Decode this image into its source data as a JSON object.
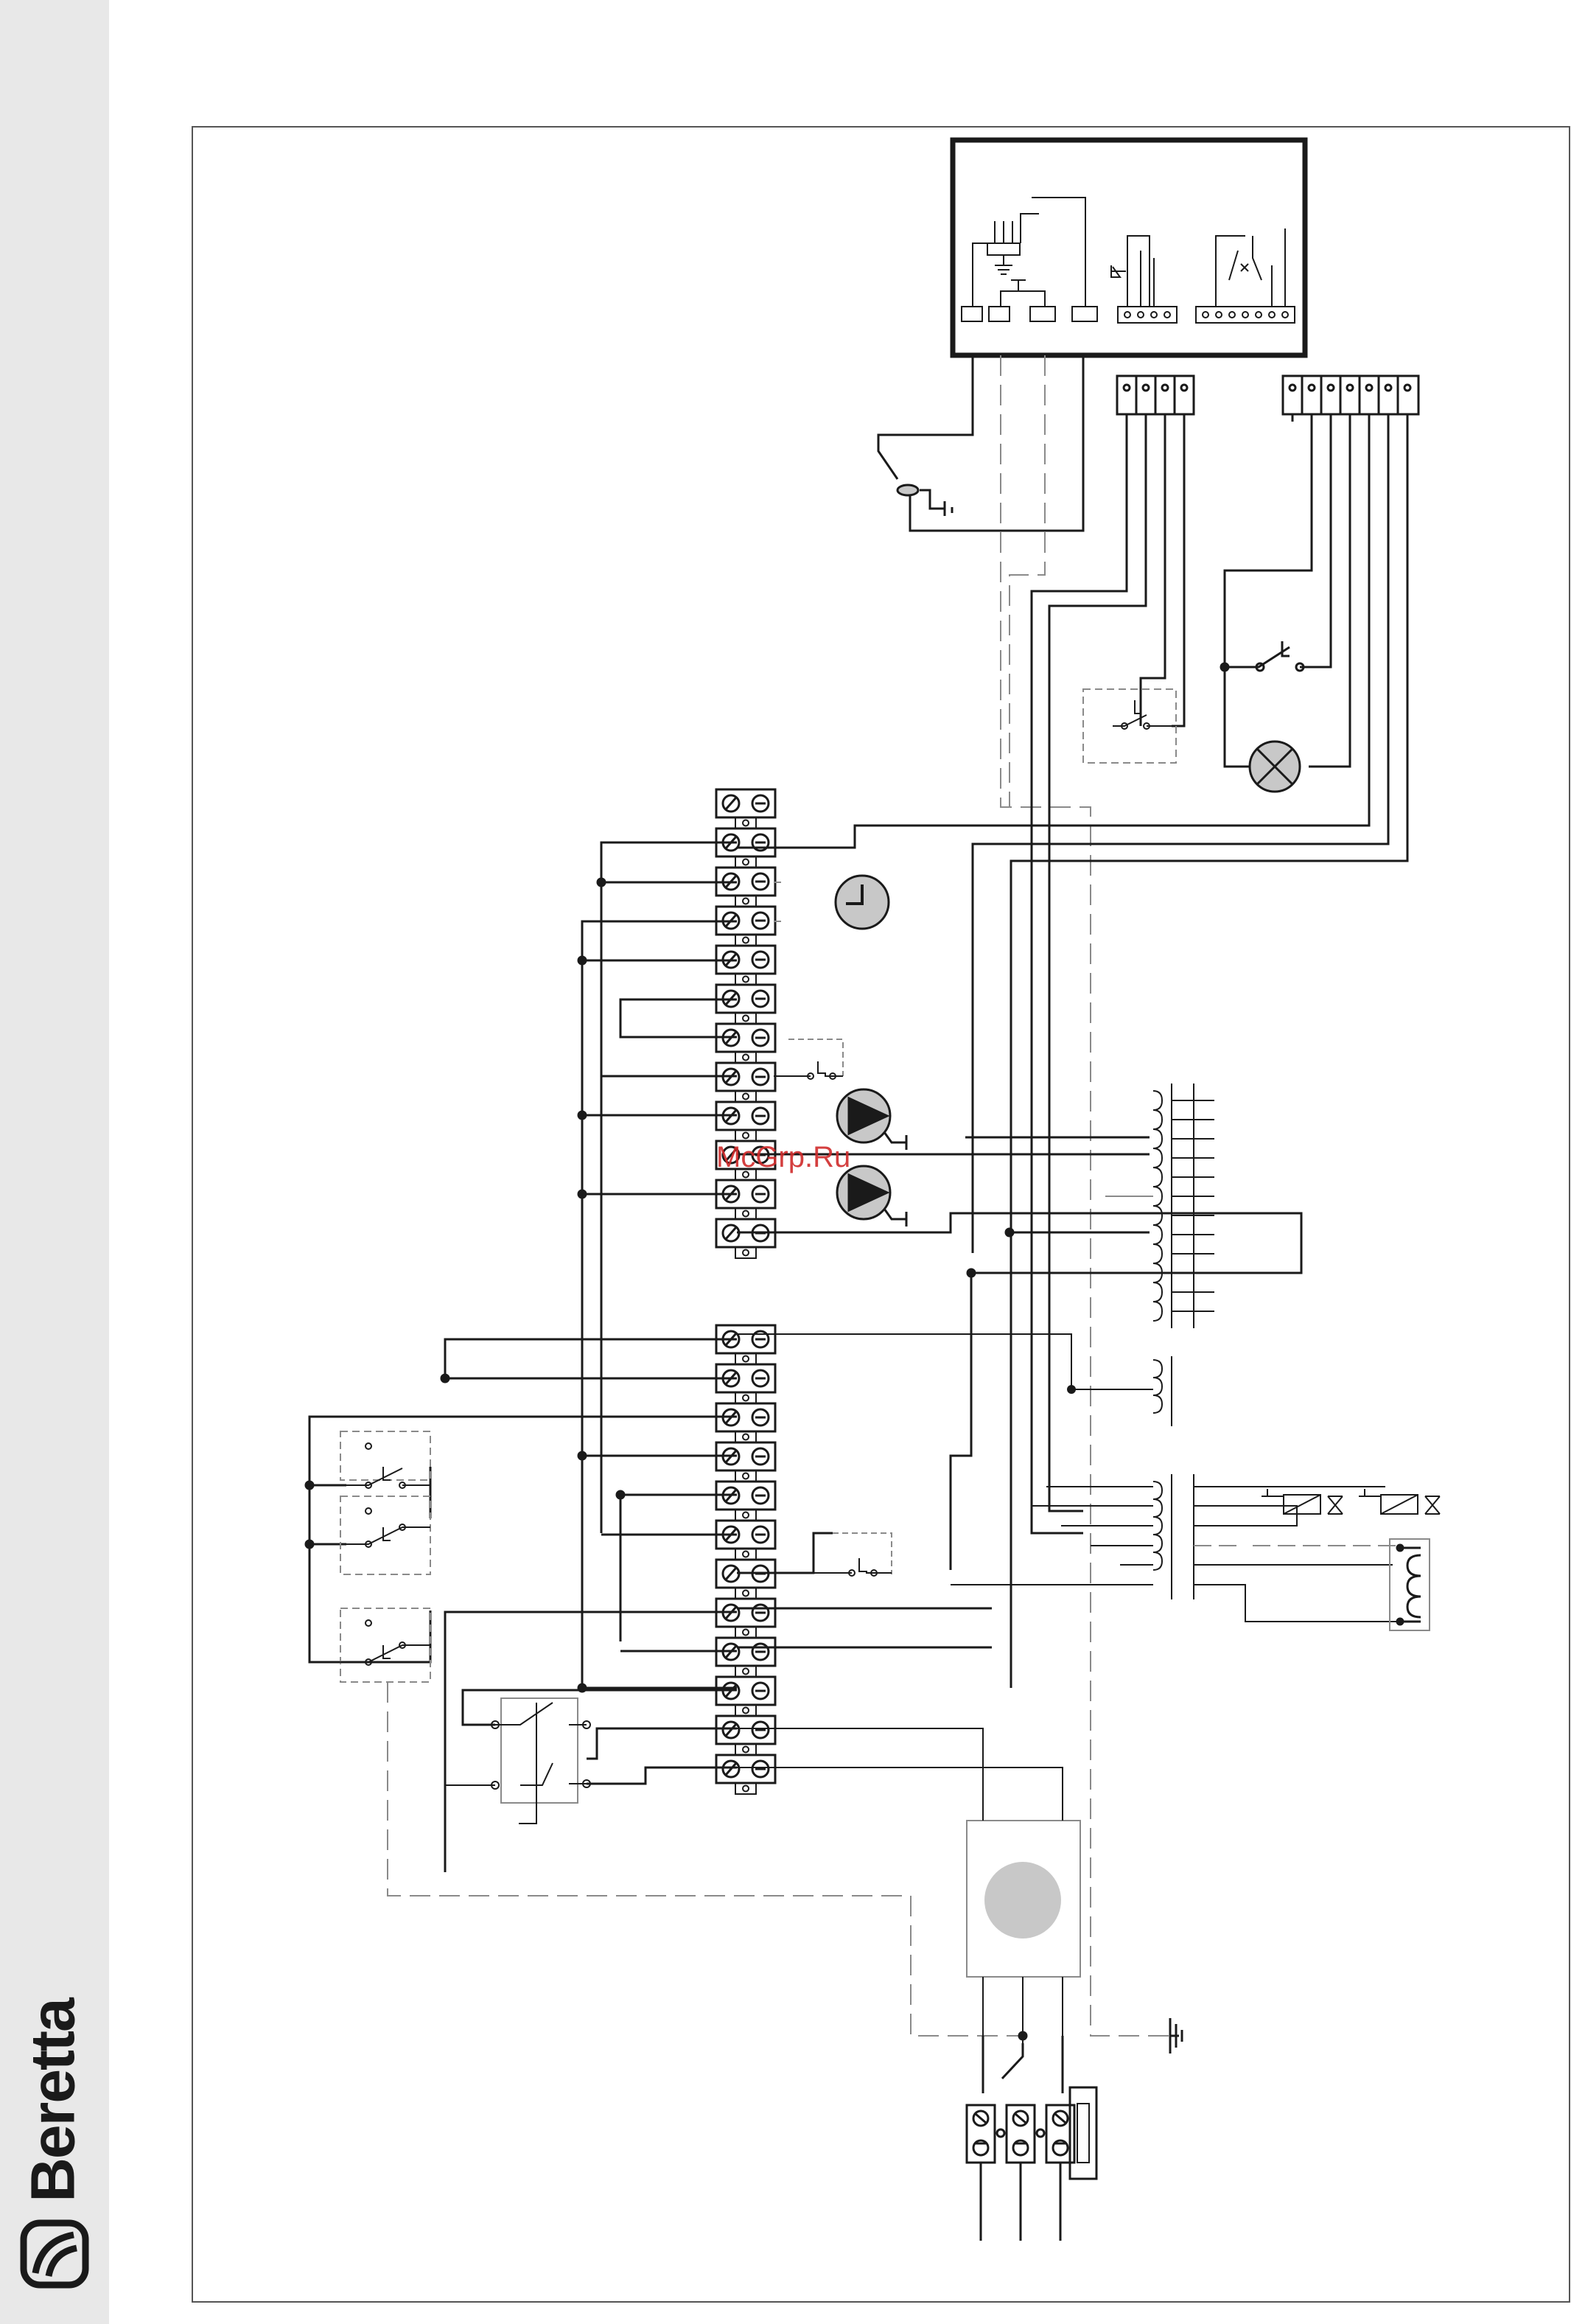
{
  "brand": {
    "name": "Beretta"
  },
  "watermark": {
    "text": "McGrp.Ru"
  },
  "colors": {
    "sidebar": "#e8e8e8",
    "line": "#1a1a1a",
    "dashed": "#8a8a8a",
    "component_fill": "#c8c8c8",
    "watermark": "#d02b2b"
  },
  "components": {
    "terminal_block_upper_rows": 12,
    "terminal_block_lower_rows": 12,
    "top_connector_4_pins": 4,
    "top_connector_7_pins": 7,
    "icons": [
      "control-box",
      "lamp-icon",
      "clock-icon",
      "pump-icon",
      "pump-icon",
      "thermostat-icon",
      "motor-icon",
      "ground-icon",
      "coil-icon",
      "valve-icon",
      "fuse-icon",
      "switch-icon"
    ]
  }
}
